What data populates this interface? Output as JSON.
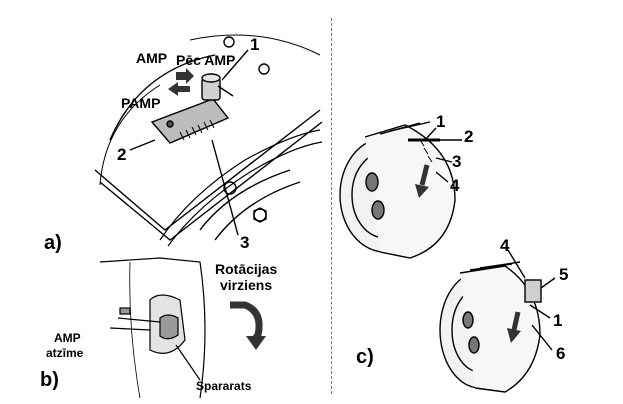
{
  "panel_a": {
    "label": "a)",
    "callouts": {
      "amp": "AMP",
      "pec_amp": "Pēc AMP",
      "pamp": "PAMP"
    },
    "numbers": [
      "1",
      "2",
      "3"
    ]
  },
  "panel_b": {
    "label": "b)",
    "rotation_line1": "Rotācijas",
    "rotation_line2": "virziens",
    "amp_mark_line1": "AMP",
    "amp_mark_line2": "atzīme",
    "flywheel": "Spararats"
  },
  "panel_c": {
    "label": "c)",
    "numbers": [
      "1",
      "2",
      "3",
      "4",
      "4",
      "5",
      "1",
      "6"
    ]
  }
}
